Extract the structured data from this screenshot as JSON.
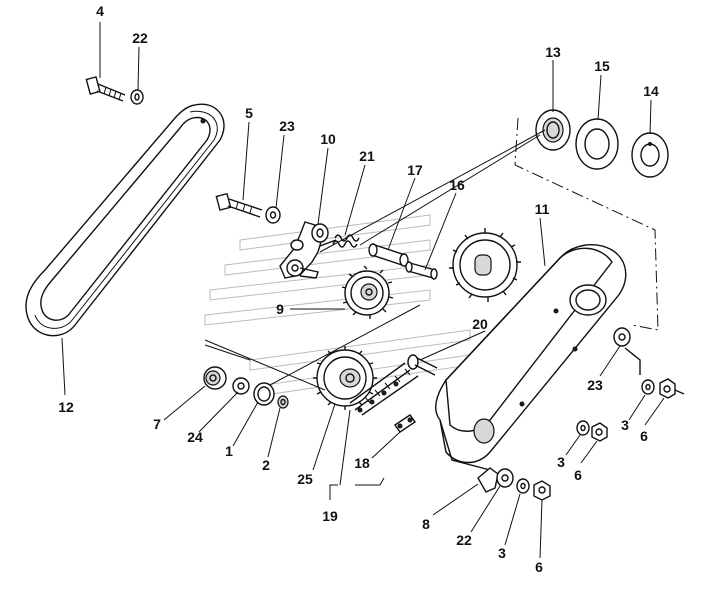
{
  "diagram": {
    "callouts": [
      {
        "id": "c4",
        "text": "4"
      },
      {
        "id": "c22a",
        "text": "22"
      },
      {
        "id": "c5",
        "text": "5"
      },
      {
        "id": "c23a",
        "text": "23"
      },
      {
        "id": "c10",
        "text": "10"
      },
      {
        "id": "c21",
        "text": "21"
      },
      {
        "id": "c17",
        "text": "17"
      },
      {
        "id": "c16",
        "text": "16"
      },
      {
        "id": "c13",
        "text": "13"
      },
      {
        "id": "c15",
        "text": "15"
      },
      {
        "id": "c14",
        "text": "14"
      },
      {
        "id": "c11",
        "text": "11"
      },
      {
        "id": "c9",
        "text": "9"
      },
      {
        "id": "c20",
        "text": "20"
      },
      {
        "id": "c23b",
        "text": "23"
      },
      {
        "id": "c12",
        "text": "12"
      },
      {
        "id": "c7",
        "text": "7"
      },
      {
        "id": "c24",
        "text": "24"
      },
      {
        "id": "c1",
        "text": "1"
      },
      {
        "id": "c2",
        "text": "2"
      },
      {
        "id": "c25",
        "text": "25"
      },
      {
        "id": "c18",
        "text": "18"
      },
      {
        "id": "c19",
        "text": "19"
      },
      {
        "id": "c3a",
        "text": "3"
      },
      {
        "id": "c6a",
        "text": "6"
      },
      {
        "id": "c3b",
        "text": "3"
      },
      {
        "id": "c6b",
        "text": "6"
      },
      {
        "id": "c8",
        "text": "8"
      },
      {
        "id": "c22b",
        "text": "22"
      },
      {
        "id": "c3c",
        "text": "3"
      },
      {
        "id": "c6c",
        "text": "6"
      }
    ]
  }
}
